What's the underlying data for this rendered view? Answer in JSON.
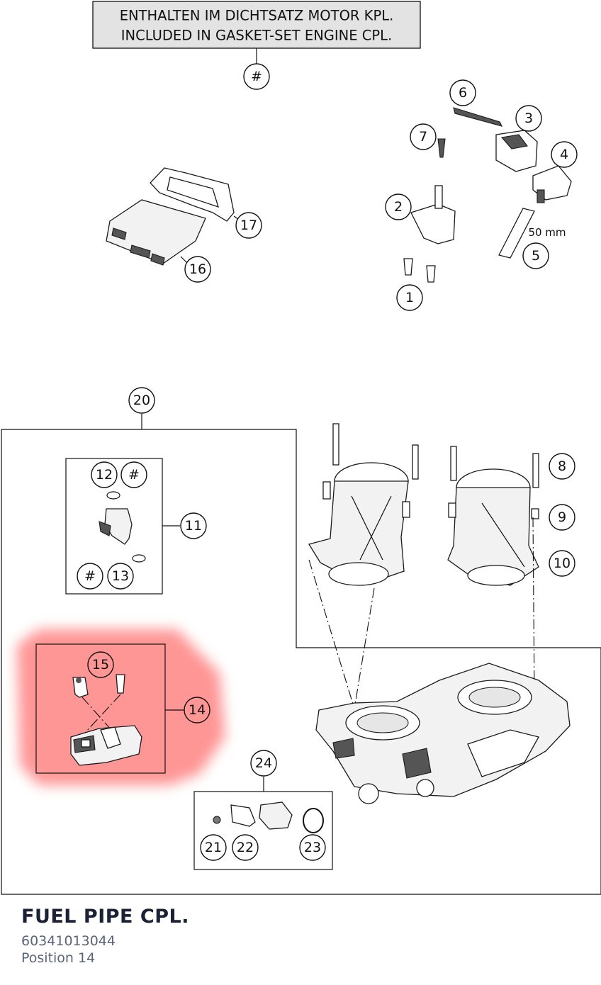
{
  "banner": {
    "line1": "ENTHALTEN IM DICHTSATZ MOTOR KPL.",
    "line2": "INCLUDED IN GASKET-SET ENGINE CPL."
  },
  "callouts": {
    "hash_banner": "#",
    "c1": "1",
    "c2": "2",
    "c3": "3",
    "c4": "4",
    "c5": "5",
    "c6": "6",
    "c7": "7",
    "c8": "8",
    "c9": "9",
    "c10": "10",
    "c11": "11",
    "c12": "12",
    "c13": "13",
    "c14": "14",
    "c15": "15",
    "c16": "16",
    "c17": "17",
    "c20": "20",
    "c21": "21",
    "c22": "22",
    "c23": "23",
    "c24": "24",
    "hash_12": "#",
    "hash_13": "#"
  },
  "dimension_label": "50 mm",
  "highlight": {
    "color": "#ff7b7b",
    "position": "14"
  },
  "caption": {
    "title": "FUEL PIPE CPL.",
    "part_number": "60341013044",
    "position_text": "Position 14"
  }
}
